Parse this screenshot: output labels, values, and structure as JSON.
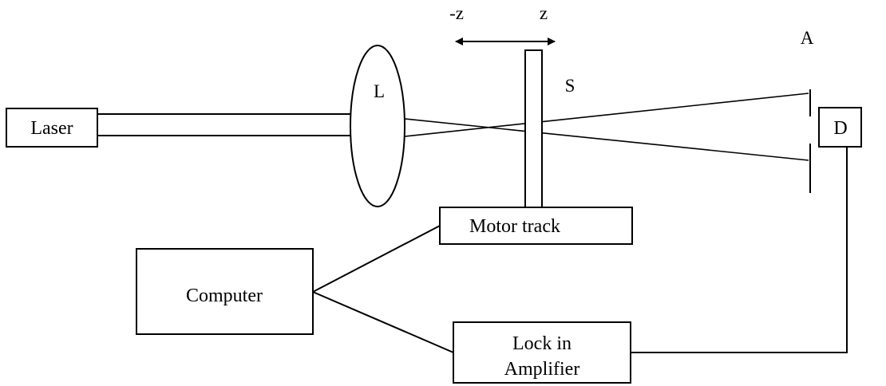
{
  "labels": {
    "laser": "Laser",
    "lens": "L",
    "sample": "S",
    "aperture": "A",
    "detector": "D",
    "z_negative": "-z",
    "z_positive": "z",
    "motor_track": "Motor track",
    "computer": "Computer",
    "lock_in_line1": "Lock in",
    "lock_in_line2": "Amplifier"
  }
}
